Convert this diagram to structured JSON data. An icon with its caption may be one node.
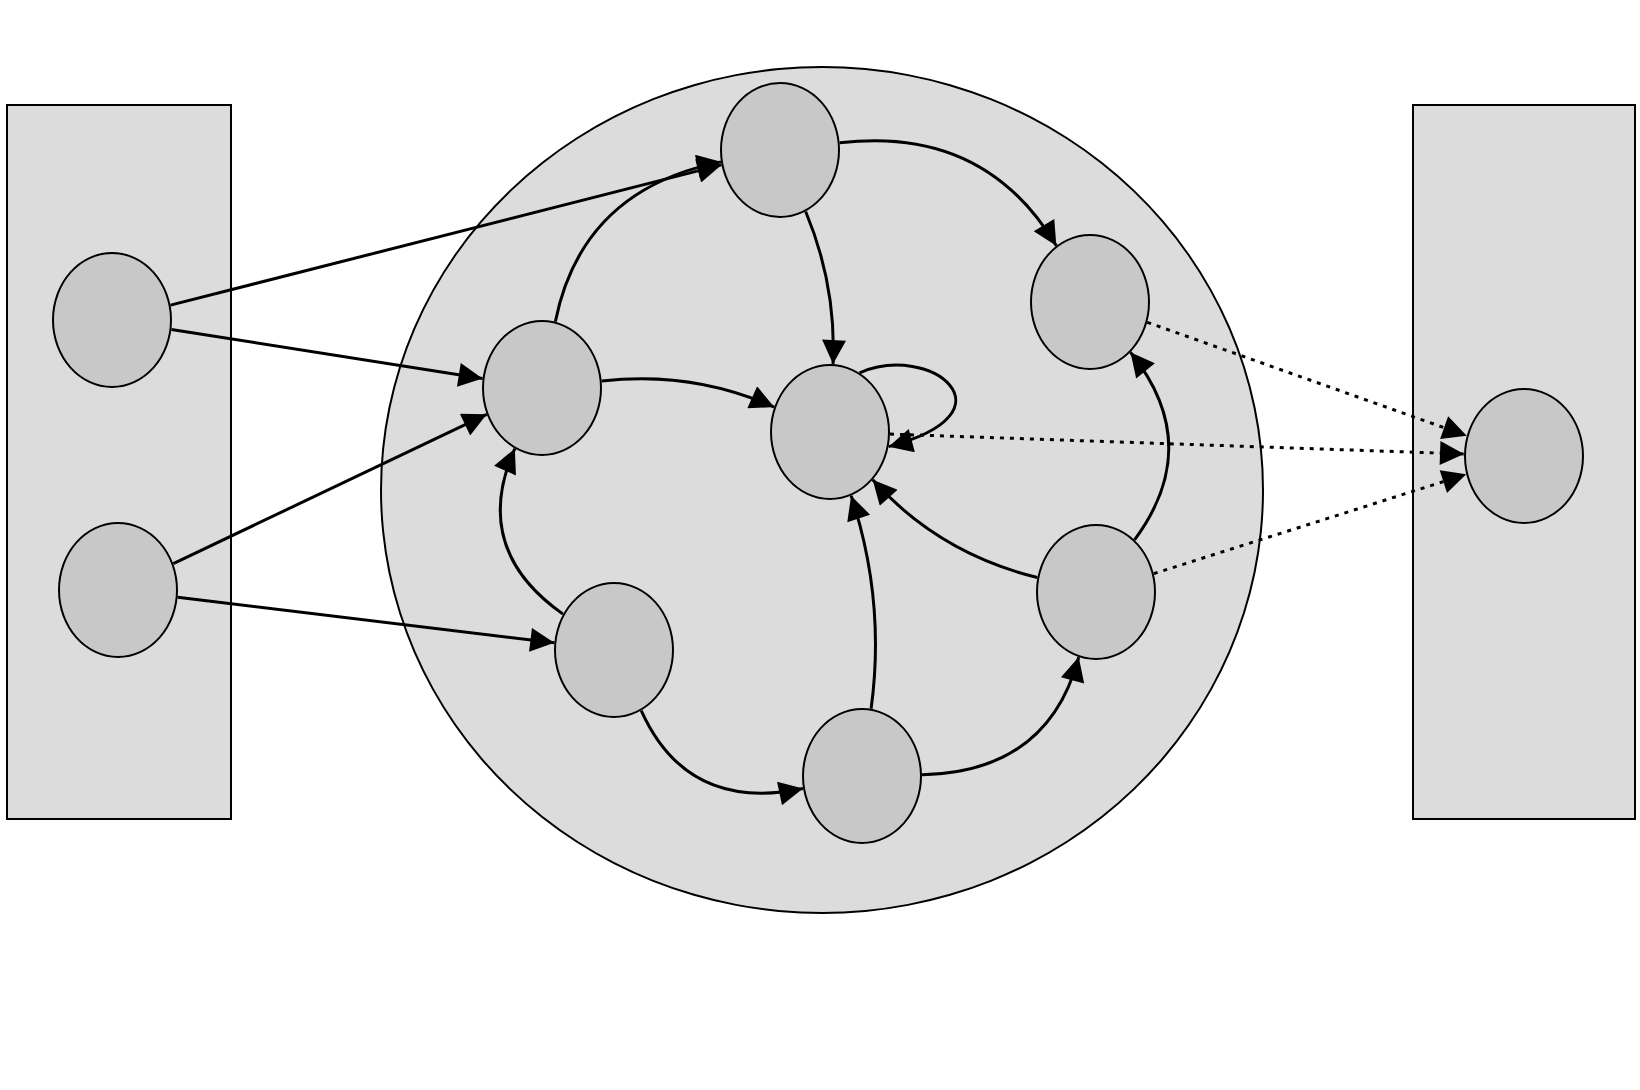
{
  "diagram": {
    "nodes": [
      {
        "text": [],
        "shape": "box"
      },
      {
        "text": [],
        "shape": "circle",
        "in": 0
      },
      {
        "text": [],
        "shape": "circle",
        "in": 0
      },
      {
        "text": [],
        "shape": "circle"
      },
      {
        "text": [],
        "shape": "circle",
        "in": 3
      },
      {
        "text": [],
        "shape": "circle",
        "in": 3
      },
      {
        "text": [],
        "shape": "circle",
        "in": 3
      },
      {
        "text": [],
        "shape": "circle",
        "in": 3
      },
      {
        "text": [],
        "shape": "circle",
        "in": 3
      },
      {
        "text": [],
        "shape": "circle",
        "in": 3
      },
      {
        "text": [],
        "shape": "circle",
        "in": 3
      },
      {
        "text": [],
        "shape": "box"
      },
      {
        "text": [],
        "shape": "circle",
        "in": 11
      }
    ],
    "edges": [
      {
        "from": 1,
        "to": 4,
        "arrow": "to"
      },
      {
        "from": 1,
        "to": 6,
        "arrow": "to"
      },
      {
        "from": 2,
        "to": 6,
        "arrow": "to"
      },
      {
        "from": 2,
        "to": 8,
        "arrow": "to"
      },
      {
        "from": 6,
        "to": 4,
        "arrow": "to"
      },
      {
        "from": 4,
        "to": 7,
        "arrow": "to"
      },
      {
        "from": 4,
        "to": 5,
        "arrow": "to"
      },
      {
        "from": 6,
        "to": 7,
        "arrow": "to"
      },
      {
        "from": 7,
        "to": 7,
        "arrow": "to"
      },
      {
        "from": 8,
        "to": 6,
        "arrow": "to"
      },
      {
        "from": 8,
        "to": 9,
        "arrow": "to"
      },
      {
        "from": 9,
        "to": 7,
        "arrow": "to"
      },
      {
        "from": 9,
        "to": 10,
        "arrow": "to"
      },
      {
        "from": 10,
        "to": 7,
        "arrow": "to"
      },
      {
        "from": 10,
        "to": 5,
        "arrow": "to"
      },
      {
        "from": 5,
        "to": 12,
        "arrow": "to",
        "style": "dashed"
      },
      {
        "from": 7,
        "to": 12,
        "arrow": "to",
        "style": "dashed"
      },
      {
        "from": 10,
        "to": 12,
        "arrow": "to",
        "style": "dashed"
      }
    ]
  }
}
